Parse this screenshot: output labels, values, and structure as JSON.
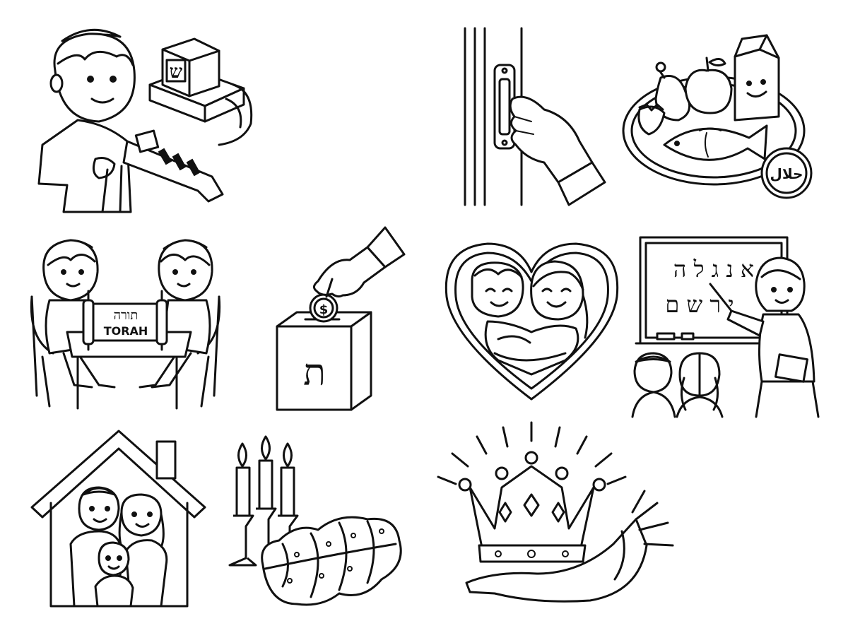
{
  "illustrations": {
    "tefillin": {
      "box_letter": "ש"
    },
    "torah_study": {
      "scroll_hebrew": "תורה",
      "scroll_latin": "TORAH"
    },
    "tzedakah": {
      "box_letter": "ת"
    },
    "kashrut": {
      "seal_text": "حلال"
    },
    "classroom": {
      "board_line_1": "א נ ג ל ה",
      "board_line_2": "י ר ש ם"
    }
  }
}
